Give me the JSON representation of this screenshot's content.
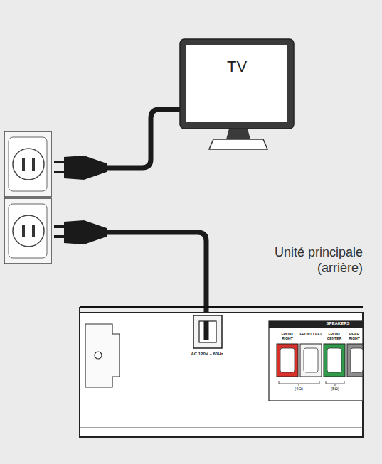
{
  "diagram": {
    "nodes": [
      {
        "text": [
          "TV"
        ]
      },
      {
        "text": [
          "Unité principale (arrière)"
        ]
      }
    ],
    "labels": [
      "AC 120V ~ 60Hz",
      "SPEAKERS",
      "FRONT RIGHT",
      "FRONT LEFT",
      "FRONT CENTER",
      "REAR RIGHT",
      "(4Ω)",
      "(8Ω)"
    ]
  }
}
